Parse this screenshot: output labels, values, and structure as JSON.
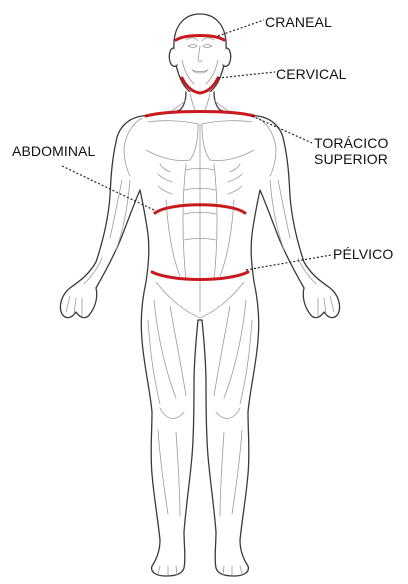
{
  "labels": {
    "craneal": "CRANEAL",
    "cervical": "CERVICAL",
    "toracico_line1": "TORÁCICO",
    "toracico_line2": "SUPERIOR",
    "abdominal": "ABDOMINAL",
    "pelvico": "PÉLVICO"
  },
  "colors": {
    "section_line": "#c8191e",
    "outline": "#3a3a3a",
    "muscle_detail": "#9a9a9a",
    "leader": "#222222",
    "background": "#ffffff"
  },
  "icons": {
    "figure": "anatomical-body-front-view-icon"
  }
}
